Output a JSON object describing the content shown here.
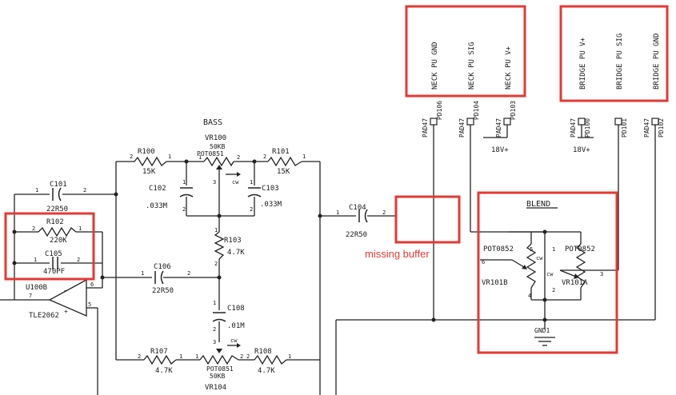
{
  "colors": {
    "highlight": "#e53935",
    "ink": "#222222",
    "annotation": "#e53935"
  },
  "connectors": {
    "neck": {
      "lines": [
        "NECK PU GND",
        "NECK PU SIG",
        "NECK PU V+"
      ]
    },
    "bridge": {
      "lines": [
        "BRIDGE PU V+",
        "BRIDGE PU SIG",
        "BRIDGE PU GND"
      ]
    }
  },
  "pads": {
    "pad1": "PAD47",
    "pd1": "PD106",
    "pad2": "PAD47",
    "pd2": "PD104",
    "pad3": "PAD47",
    "pd3": "PD103",
    "pad4": "PAD47",
    "pd4": "PD100",
    "pd5": "PD101",
    "pad6": "PAD47",
    "pd6": "PD102"
  },
  "supplies": {
    "v1": "18V+",
    "v2": "18V+"
  },
  "bass": {
    "title": "BASS",
    "ref": "VR100",
    "value": "50KB",
    "part": "POT0851",
    "cw": "cw",
    "pin1": "1",
    "pin2": "2",
    "pin3": "3"
  },
  "r100": {
    "ref": "R100",
    "value": "15K",
    "p1": "2",
    "p2": "1"
  },
  "r101": {
    "ref": "R101",
    "value": "15K",
    "p1": "2",
    "p2": "1"
  },
  "r102": {
    "ref": "R102",
    "value": "220K",
    "p1": "2",
    "p2": "1"
  },
  "r103": {
    "ref": "R103",
    "value": "4.7K",
    "p1": "1",
    "p2": "2"
  },
  "r107": {
    "ref": "R107",
    "value": "4.7K",
    "p1": "2",
    "p2": "1"
  },
  "r108": {
    "ref": "R108",
    "value": "4.7K",
    "p1": "2",
    "p2": "1"
  },
  "c101": {
    "ref": "C101",
    "value": "22R50",
    "p1": "1",
    "p2": "2"
  },
  "c102": {
    "ref": "C102",
    "value": ".033M",
    "p1": "1",
    "p2": "2"
  },
  "c103": {
    "ref": "C103",
    "value": ".033M",
    "p1": "1",
    "p2": "2"
  },
  "c104": {
    "ref": "C104",
    "value": "22R50",
    "p1": "1",
    "p2": "2"
  },
  "c105": {
    "ref": "C105",
    "value": "470PF",
    "p1": "1",
    "p2": "2"
  },
  "c106": {
    "ref": "C106",
    "value": "22R50",
    "p1": "1",
    "p2": "2"
  },
  "c108": {
    "ref": "C108",
    "value": ".01M",
    "p1": "1",
    "p2": "2"
  },
  "opamp": {
    "ref": "U100B",
    "part": "TLE2062",
    "p5": "5",
    "p6": "6",
    "p7": "7"
  },
  "treble": {
    "ref": "VR104",
    "value": "50KB",
    "part": "POT0851",
    "cw": "cw",
    "p1": "1",
    "p2": "2",
    "p3": "3"
  },
  "blend": {
    "title": "BLEND",
    "partA": "POT0852",
    "partB": "POT0852",
    "refB": "VR101B",
    "refA": "VR101A",
    "cw": "cw",
    "p1": "1",
    "p2": "2",
    "p3": "3",
    "p4": "4",
    "p5": "5",
    "p6": "6"
  },
  "gnd": {
    "label": "GND1"
  },
  "annotation": {
    "text": "missing buffer"
  }
}
